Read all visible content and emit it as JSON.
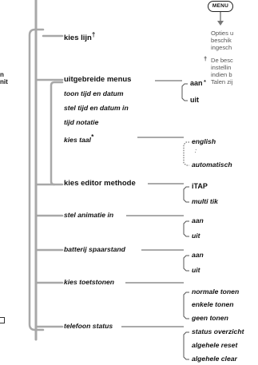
{
  "menu_items": [
    {
      "label": "kies lijn",
      "mark": "†"
    },
    {
      "label": "uitgebreide menus"
    },
    {
      "label": "toon tijd en datum"
    },
    {
      "label": "stel tijd en datum in"
    },
    {
      "label": "tijd notatie"
    },
    {
      "label": "kies taal",
      "mark": "*"
    },
    {
      "label": "kies editor methode"
    },
    {
      "label": "stel animatie in"
    },
    {
      "label": "batterij spaarstand"
    },
    {
      "label": "kies toetstonen"
    },
    {
      "label": "telefoon status"
    }
  ],
  "options": {
    "uitgebreide": [
      "aan",
      "uit"
    ],
    "taal": [
      "english",
      "automatisch"
    ],
    "taal_dots": ":",
    "editor": [
      "iTAP",
      "multi tik"
    ],
    "animatie": [
      "aan",
      "uit"
    ],
    "batterij": [
      "aan",
      "uit"
    ],
    "toetstonen": [
      "normale tonen",
      "enkele tonen",
      "geen tonen"
    ],
    "status": [
      "status overzicht",
      "algehele reset",
      "algehele clear"
    ]
  },
  "sidebar": {
    "menu_key": "MENU",
    "notes_lines": [
      "Opties u",
      "beschik",
      "ingesch"
    ],
    "footnote_dagger_mark": "†",
    "footnote_dagger_lines": [
      "De besc",
      "instellin",
      "indien b"
    ],
    "footnote_star_mark": "*",
    "footnote_star_text": "Talen zij"
  },
  "left_edge": [
    "n",
    "nit"
  ]
}
